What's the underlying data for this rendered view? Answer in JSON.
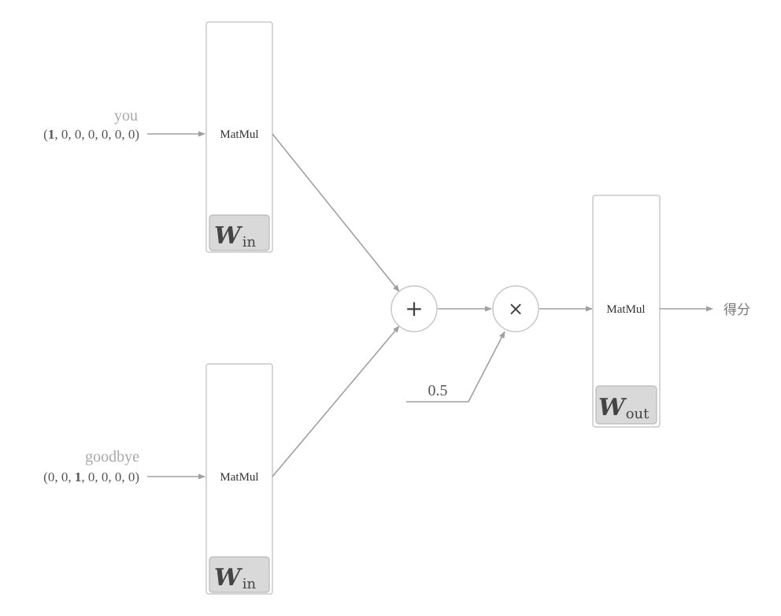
{
  "inputs": [
    {
      "word": "you",
      "vector_open": "(",
      "vector_one": "1",
      "vector_pre": "",
      "vector_rest": ", 0, 0, 0, 0, 0, 0)"
    },
    {
      "word": "goodbye",
      "vector_open": "(0, 0, ",
      "vector_one": "1",
      "vector_rest": ", 0, 0, 0, 0)"
    }
  ],
  "layers": {
    "matmul_label": "MatMul",
    "w_in": {
      "main": "W",
      "sub": "in"
    },
    "w_out": {
      "main": "W",
      "sub": "out"
    }
  },
  "ops": {
    "add": "+",
    "multiply": "×",
    "constant": "0.5"
  },
  "output": {
    "label": "得分"
  }
}
